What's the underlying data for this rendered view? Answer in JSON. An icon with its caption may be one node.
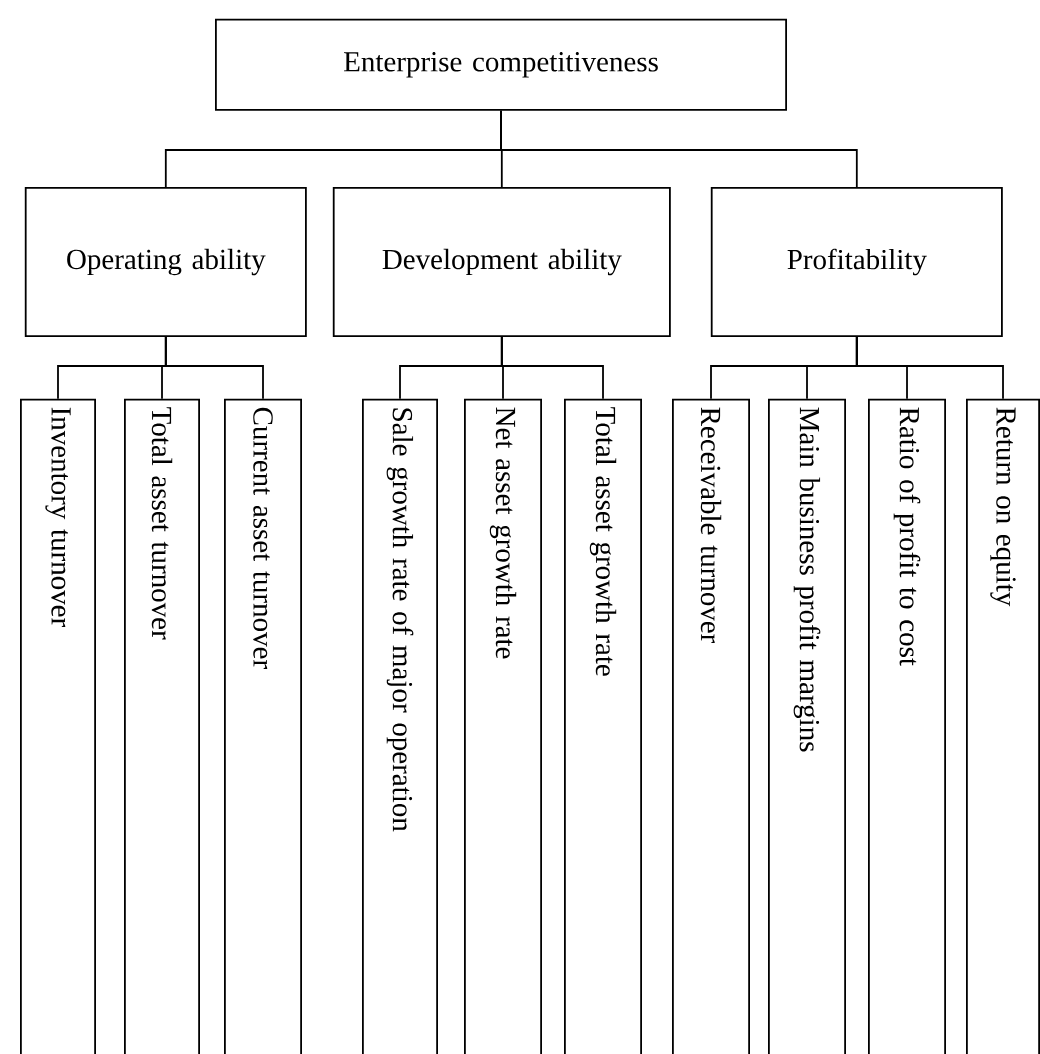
{
  "diagram": {
    "nodes": [
      {
        "text": [
          "Enterprise competitiveness"
        ]
      },
      {
        "text": [
          "Operating ability"
        ]
      },
      {
        "text": [
          "Development ability"
        ]
      },
      {
        "text": [
          "Profitability"
        ]
      },
      {
        "text": [
          "Inventory turnover"
        ]
      },
      {
        "text": [
          "Total asset turnover"
        ]
      },
      {
        "text": [
          "Current asset turnover"
        ]
      },
      {
        "text": [
          "Sale growth rate of major operation"
        ]
      },
      {
        "text": [
          "Net asset growth rate"
        ]
      },
      {
        "text": [
          "Total asset growth rate"
        ]
      },
      {
        "text": [
          "Receivable turnover"
        ]
      },
      {
        "text": [
          "Main business profit margins"
        ]
      },
      {
        "text": [
          "Ratio of profit to cost"
        ]
      },
      {
        "text": [
          "Return on equity"
        ]
      }
    ],
    "edges": [
      {
        "from": 0,
        "to": 1,
        "arrow": "none"
      },
      {
        "from": 0,
        "to": 2,
        "arrow": "none"
      },
      {
        "from": 0,
        "to": 3,
        "arrow": "none"
      },
      {
        "from": 1,
        "to": 4,
        "arrow": "none"
      },
      {
        "from": 1,
        "to": 5,
        "arrow": "none"
      },
      {
        "from": 1,
        "to": 6,
        "arrow": "none"
      },
      {
        "from": 2,
        "to": 7,
        "arrow": "none"
      },
      {
        "from": 2,
        "to": 8,
        "arrow": "none"
      },
      {
        "from": 2,
        "to": 9,
        "arrow": "none"
      },
      {
        "from": 3,
        "to": 10,
        "arrow": "none"
      },
      {
        "from": 3,
        "to": 11,
        "arrow": "none"
      },
      {
        "from": 3,
        "to": 12,
        "arrow": "none"
      },
      {
        "from": 3,
        "to": 13,
        "arrow": "none"
      }
    ]
  }
}
